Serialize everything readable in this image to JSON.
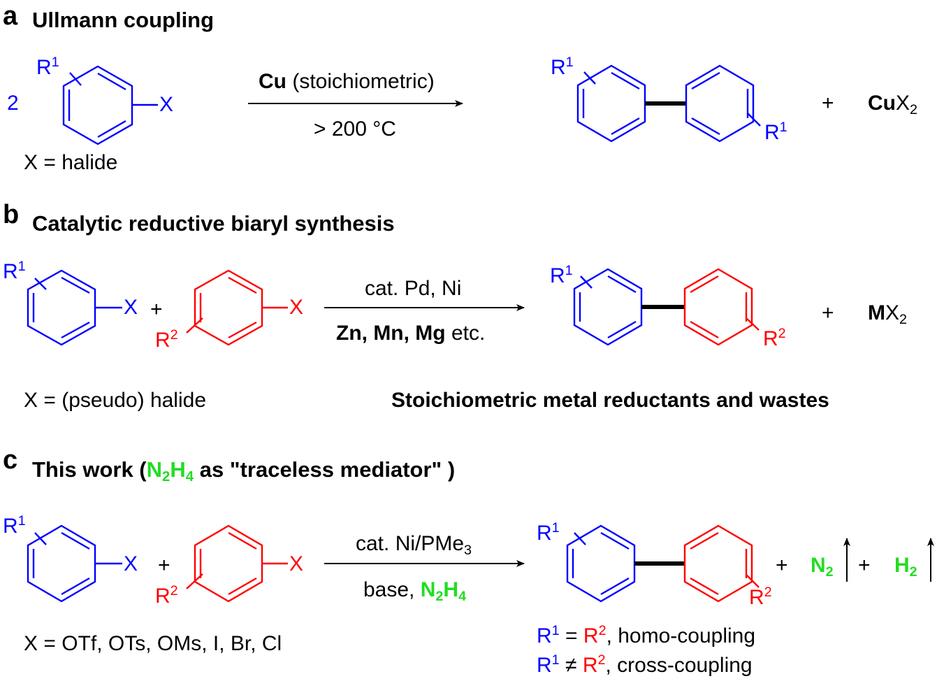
{
  "panels": {
    "a": {
      "letter": "a",
      "title": "Ullmann coupling",
      "coefficient": "2",
      "substituent": "R",
      "substituent_sup": "1",
      "leaving_group": "X",
      "x_definition": "X =  halide",
      "reagent_bold": "Cu",
      "reagent_rest": " (stoichiometric)",
      "condition": "> 200 °C",
      "plus": "+",
      "byproduct_bold": "Cu",
      "byproduct_rest": "X",
      "byproduct_sub": "2"
    },
    "b": {
      "letter": "b",
      "title": "Catalytic reductive biaryl synthesis",
      "substituent1": "R",
      "substituent1_sup": "1",
      "substituent2": "R",
      "substituent2_sup": "2",
      "leaving_group": "X",
      "plus": "+",
      "catalyst": "cat.  Pd, Ni",
      "reductants_bold": "Zn, Mn, Mg",
      "reductants_rest": " etc.",
      "x_definition": "X = (pseudo) halide",
      "byproduct_bold": "M",
      "byproduct_rest": "X",
      "byproduct_sub": "2",
      "note": "Stoichiometric metal reductants and wastes"
    },
    "c": {
      "letter": "c",
      "title_pre": "This work (",
      "title_n": "N",
      "title_n_sub": "2",
      "title_h": "H",
      "title_h_sub": "4",
      "title_post": " as \"traceless mediator\" )",
      "substituent1": "R",
      "substituent1_sup": "1",
      "substituent2": "R",
      "substituent2_sup": "2",
      "leaving_group": "X",
      "plus": "+",
      "catalyst_pre": "cat. Ni/PMe",
      "catalyst_sub": "3",
      "base_pre": "base, ",
      "hydrazine_n": "N",
      "hydrazine_n_sub": "2",
      "hydrazine_h": "H",
      "hydrazine_h_sub": "4",
      "x_definition": "X = OTf, OTs, OMs, I, Br, Cl",
      "gas1": "N",
      "gas1_sub": "2",
      "gas2": "H",
      "gas2_sub": "2",
      "homo_r1": "R",
      "homo_r1_sup": "1",
      "homo_relation": " = ",
      "homo_r2": "R",
      "homo_r2_sup": "2",
      "homo_text": ", homo-coupling",
      "cross_r1": "R",
      "cross_r1_sup": "1",
      "cross_relation": " ≠  ",
      "cross_r2": "R",
      "cross_r2_sup": "2",
      "cross_text": ", cross-coupling"
    }
  },
  "colors": {
    "aryl1": "#0000ff",
    "aryl2": "#ff0000",
    "hydrazine": "#22dd22",
    "text": "#000000"
  }
}
